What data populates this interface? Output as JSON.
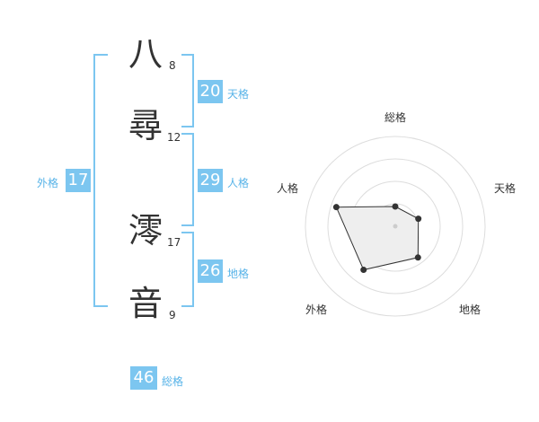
{
  "name_chars": [
    {
      "char": "八",
      "strokes": "8"
    },
    {
      "char": "尋",
      "strokes": "12"
    },
    {
      "char": "澪",
      "strokes": "17"
    },
    {
      "char": "音",
      "strokes": "9"
    }
  ],
  "fortune": {
    "tenkaku": {
      "value": "20",
      "label": "天格"
    },
    "jinkaku": {
      "value": "29",
      "label": "人格"
    },
    "chikaku": {
      "value": "26",
      "label": "地格"
    },
    "gaikaku": {
      "value": "17",
      "label": "外格"
    },
    "soukaku": {
      "value": "46",
      "label": "総格"
    }
  },
  "radar": {
    "axes": [
      "総格",
      "天格",
      "地格",
      "外格",
      "人格"
    ],
    "values": [
      0.22,
      0.27,
      0.43,
      0.6,
      0.69
    ],
    "fill": "#eeeeee",
    "line": "#333333",
    "ring_color": "#dddddd"
  },
  "colors": {
    "accent": "#7cc6f0",
    "accent_text": "#57b3e8"
  }
}
